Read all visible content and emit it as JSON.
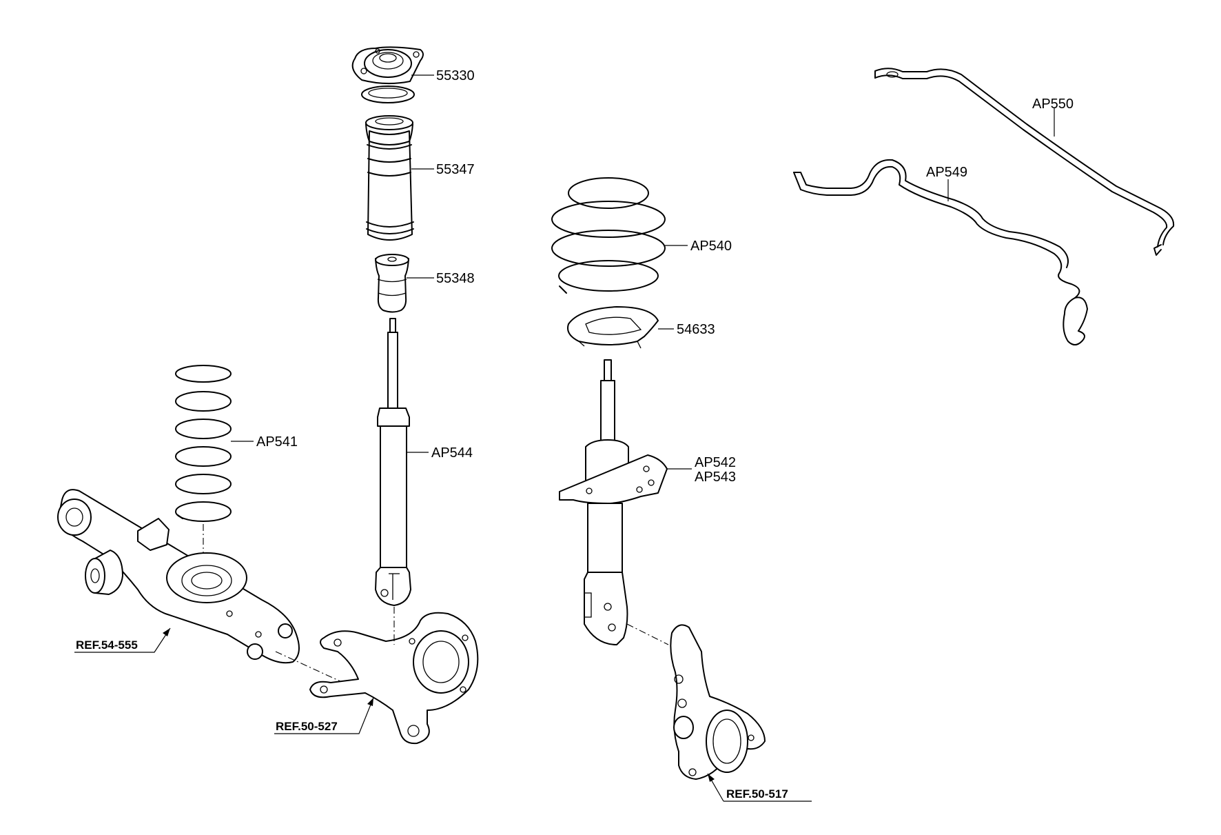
{
  "labels": {
    "p55330": "55330",
    "p55347": "55347",
    "p55348": "55348",
    "pAP544": "AP544",
    "pAP541": "AP541",
    "pAP540": "AP540",
    "p54633": "54633",
    "pAP542": "AP542",
    "pAP543": "AP543",
    "pAP550": "AP550",
    "pAP549": "AP549"
  },
  "refs": {
    "r54_555": "REF.54-555",
    "r50_527": "REF.50-527",
    "r50_517": "REF.50-517"
  }
}
